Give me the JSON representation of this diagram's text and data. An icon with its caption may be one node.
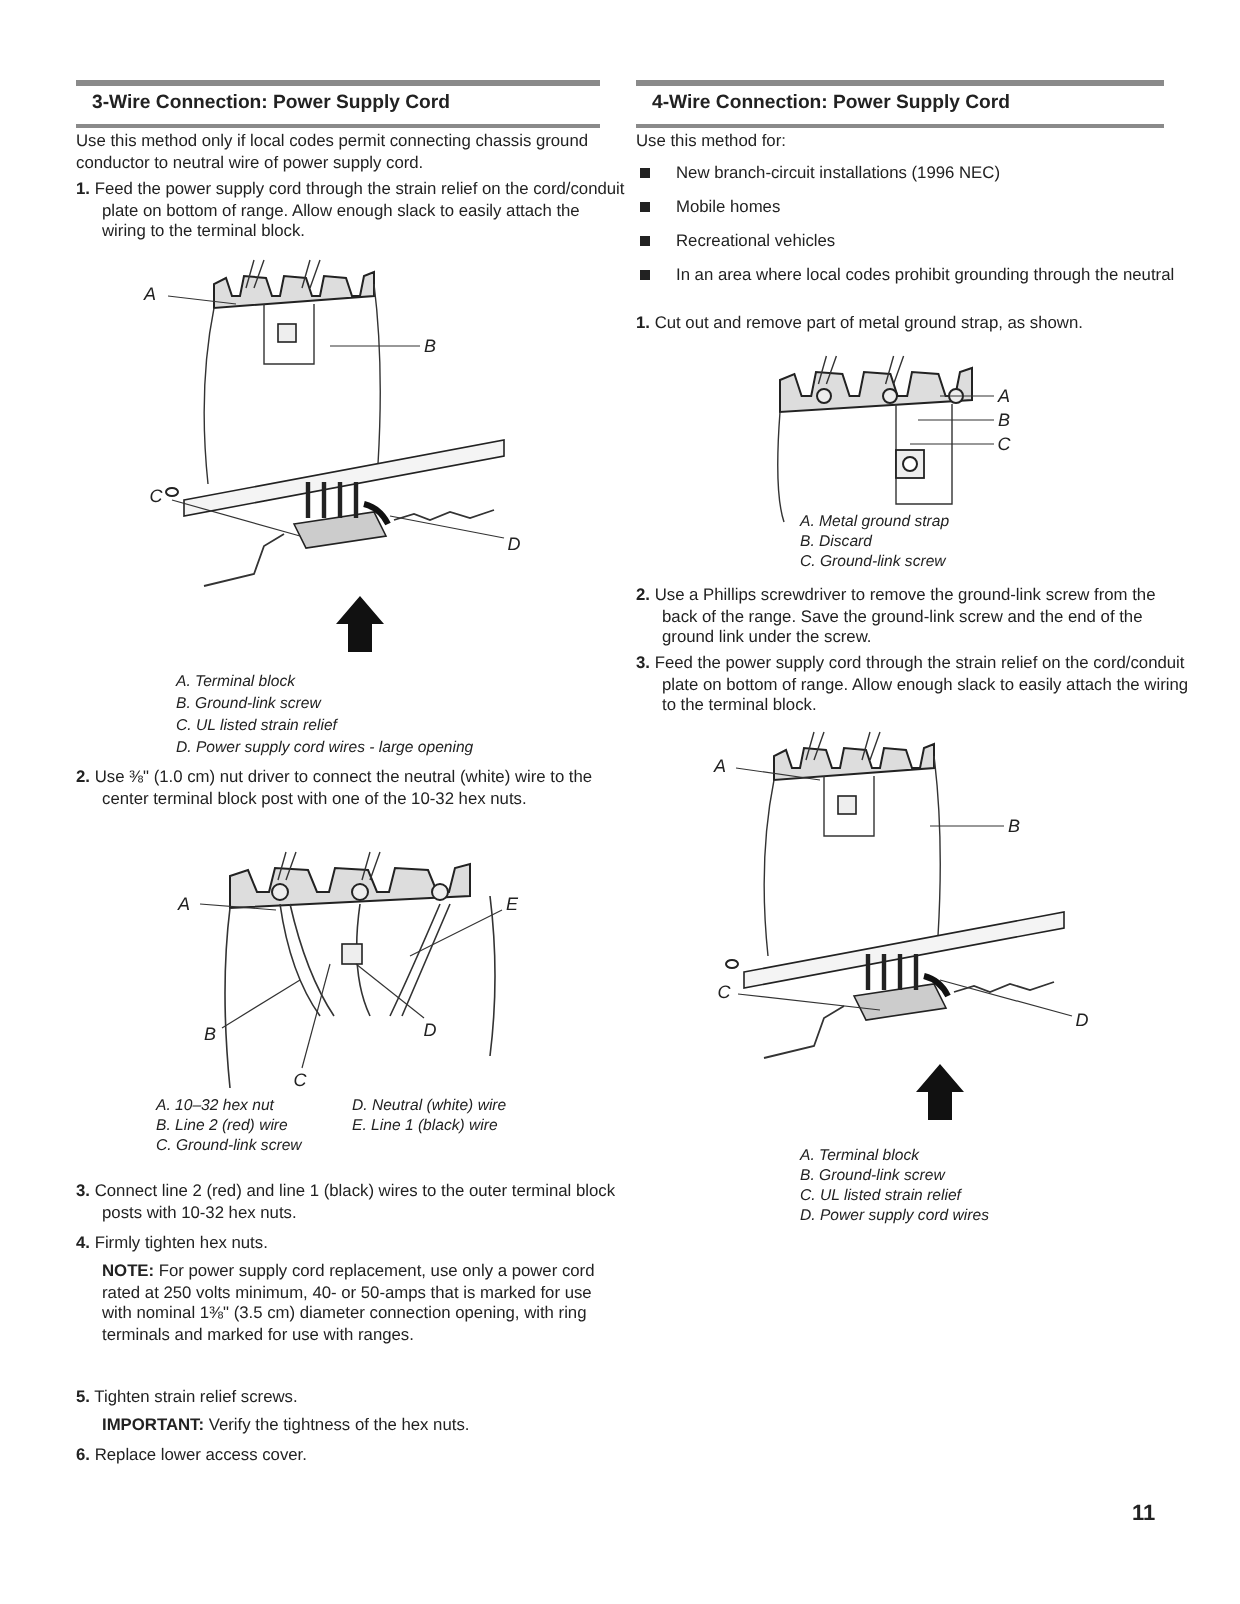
{
  "diagram": {
    "nodes": [
      {
        "text": [
          "A"
        ]
      },
      {
        "text": [
          "B"
        ]
      },
      {
        "text": [
          "C"
        ]
      },
      {
        "text": [
          "D"
        ]
      },
      {
        "text": [
          "A"
        ]
      },
      {
        "text": [
          "B"
        ]
      },
      {
        "text": [
          "C"
        ]
      },
      {
        "text": [
          "D"
        ]
      },
      {
        "text": [
          "E"
        ]
      },
      {
        "text": [
          "A"
        ]
      },
      {
        "text": [
          "B"
        ]
      },
      {
        "text": [
          "C"
        ]
      },
      {
        "text": [
          "A"
        ]
      },
      {
        "text": [
          "B"
        ]
      },
      {
        "text": [
          "C"
        ]
      },
      {
        "text": [
          "D"
        ]
      }
    ],
    "edges": [
      {
        "from": 0,
        "to": null,
        "arrow": "none"
      },
      {
        "from": 1,
        "to": null,
        "arrow": "none"
      },
      {
        "from": 2,
        "to": null,
        "arrow": "none"
      },
      {
        "from": 3,
        "to": null,
        "arrow": "none"
      },
      {
        "from": 4,
        "to": null,
        "arrow": "none"
      },
      {
        "from": 5,
        "to": null,
        "arrow": "none"
      },
      {
        "from": 6,
        "to": null,
        "arrow": "none"
      },
      {
        "from": 7,
        "to": null,
        "arrow": "none"
      },
      {
        "from": 8,
        "to": null,
        "arrow": "none"
      },
      {
        "from": 9,
        "to": null,
        "arrow": "none"
      },
      {
        "from": 10,
        "to": null,
        "arrow": "none"
      },
      {
        "from": 11,
        "to": null,
        "arrow": "none"
      },
      {
        "from": 12,
        "to": null,
        "arrow": "none"
      },
      {
        "from": 13,
        "to": null,
        "arrow": "none"
      },
      {
        "from": 14,
        "to": null,
        "arrow": "none"
      },
      {
        "from": 15,
        "to": null,
        "arrow": "none"
      }
    ],
    "labels": [
      "3-Wire Connection: Power Supply Cord",
      "Use this method only if local codes permit connecting chassis ground conductor to neutral wire of power supply cord.",
      "**1.** Feed the power supply cord through the strain relief on the cord/conduit plate on bottom of range. Allow enough slack to easily attach the wiring to the terminal block.",
      "A. Terminal block",
      "B. Ground-link screw",
      "C. UL listed strain relief",
      "D. Power supply cord wires - large opening",
      "**2.** Use ⅜\" (1.0 cm) nut driver to connect the neutral (white) wire to the center terminal block post with one of the 10-32 hex nuts.",
      "A. 10–32 hex nut",
      "D. Neutral (white) wire",
      "B. Line 2 (red) wire",
      "E. Line 1 (black) wire",
      "C. Ground-link screw",
      "**3.** Connect line 2 (red) and line 1 (black) wires to the outer terminal block posts with 10-32 hex nuts.",
      "**4.** Firmly tighten hex nuts.",
      "**NOTE:** For power supply cord replacement, use only a power cord rated at 250 volts minimum, 40- or 50-amps that is marked for use with nominal 1⅜\" (3.5 cm) diameter connection opening, with ring terminals and marked for use with ranges.",
      "**5.** Tighten strain relief screws.",
      "**IMPORTANT:** Verify the tightness of the hex nuts.",
      "**6.** Replace lower access cover.",
      "4-Wire Connection: Power Supply Cord",
      "Use this method for:",
      "New branch-circuit installations (1996 NEC)",
      "Mobile homes",
      "Recreational vehicles",
      "In an area where local codes prohibit grounding through the neutral",
      "**1.** Cut out and remove part of metal ground strap, as shown.",
      "A. Metal ground strap",
      "B. Discard",
      "C. Ground-link screw",
      "**2.** Use a Phillips screwdriver to remove the ground-link screw from the back of the range. Save the ground-link screw and the end of the ground link under the screw.",
      "**3.** Feed the power supply cord through the strain relief on the cord/conduit plate on bottom of range. Allow enough slack to easily attach the wiring to the terminal block.",
      "A. Terminal block",
      "B. Ground-link screw",
      "C. UL listed strain relief",
      "D. Power supply cord wires",
      "11"
    ]
  }
}
